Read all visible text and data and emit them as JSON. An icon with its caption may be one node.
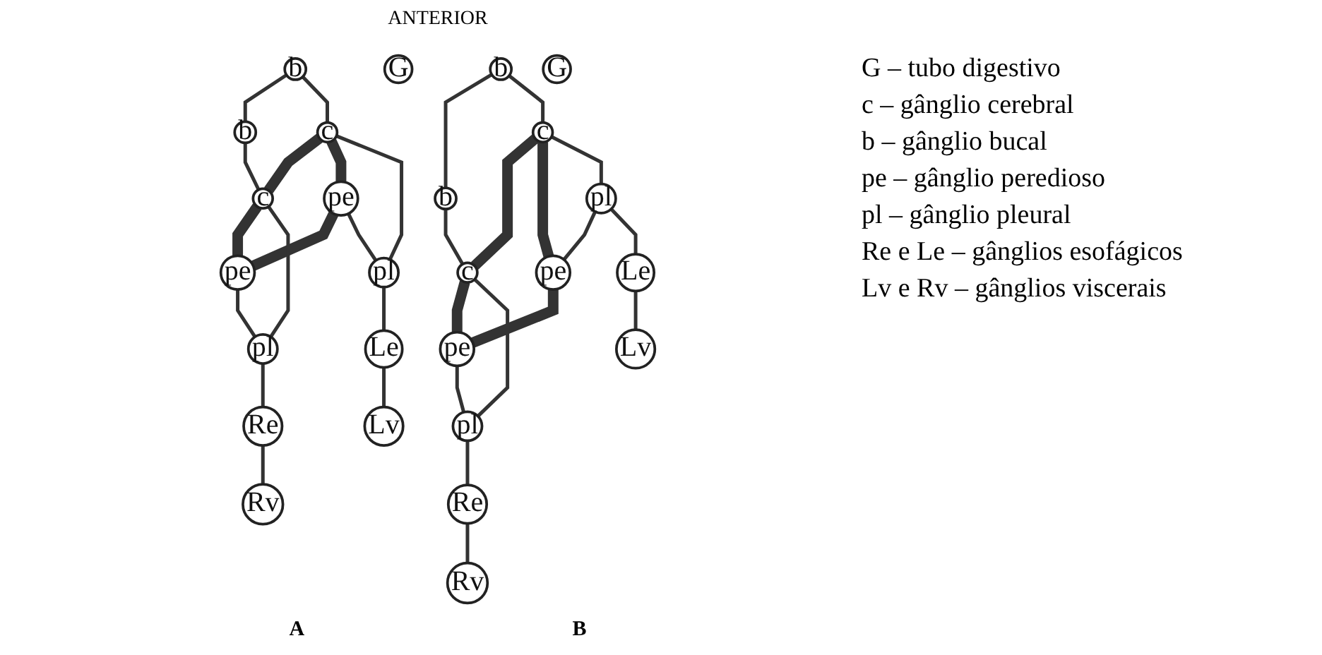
{
  "diagram": {
    "nodes": [
      {
        "text": [
          "b"
        ]
      },
      {
        "text": [
          "b"
        ]
      },
      {
        "text": [
          "c"
        ]
      },
      {
        "text": [
          "c"
        ]
      },
      {
        "text": [
          "G"
        ]
      },
      {
        "text": [
          "pe"
        ]
      },
      {
        "text": [
          "pe"
        ]
      },
      {
        "text": [
          "pl"
        ]
      },
      {
        "text": [
          "pl"
        ]
      },
      {
        "text": [
          "Le"
        ]
      },
      {
        "text": [
          "Re"
        ]
      },
      {
        "text": [
          "Lv"
        ]
      },
      {
        "text": [
          "Rv"
        ]
      },
      {
        "text": [
          "b"
        ]
      },
      {
        "text": [
          "b"
        ]
      },
      {
        "text": [
          "c"
        ]
      },
      {
        "text": [
          "c"
        ]
      },
      {
        "text": [
          "G"
        ]
      },
      {
        "text": [
          "pl"
        ]
      },
      {
        "text": [
          "pe"
        ]
      },
      {
        "text": [
          "pe"
        ]
      },
      {
        "text": [
          "pl"
        ]
      },
      {
        "text": [
          "Re"
        ]
      },
      {
        "text": [
          "Le"
        ]
      },
      {
        "text": [
          "Lv"
        ]
      },
      {
        "text": [
          "Rv"
        ]
      }
    ],
    "edges": [
      {
        "from": 0,
        "to": 1,
        "arrow": "none"
      },
      {
        "from": 0,
        "to": 2,
        "arrow": "none"
      },
      {
        "from": 1,
        "to": 3,
        "arrow": "none"
      },
      {
        "from": 2,
        "to": 3,
        "arrow": "none",
        "style": "thick"
      },
      {
        "from": 2,
        "to": 5,
        "arrow": "none",
        "style": "thick"
      },
      {
        "from": 3,
        "to": 6,
        "arrow": "none",
        "style": "thick"
      },
      {
        "from": 5,
        "to": 6,
        "arrow": "none",
        "style": "thick"
      },
      {
        "from": 2,
        "to": 7,
        "arrow": "none"
      },
      {
        "from": 3,
        "to": 8,
        "arrow": "none"
      },
      {
        "from": 5,
        "to": 7,
        "arrow": "none"
      },
      {
        "from": 6,
        "to": 8,
        "arrow": "none"
      },
      {
        "from": 7,
        "to": 9,
        "arrow": "none"
      },
      {
        "from": 8,
        "to": 10,
        "arrow": "none"
      },
      {
        "from": 9,
        "to": 11,
        "arrow": "none"
      },
      {
        "from": 10,
        "to": 12,
        "arrow": "none"
      },
      {
        "from": 13,
        "to": 14,
        "arrow": "none"
      },
      {
        "from": 13,
        "to": 15,
        "arrow": "none"
      },
      {
        "from": 14,
        "to": 16,
        "arrow": "none"
      },
      {
        "from": 15,
        "to": 16,
        "arrow": "none",
        "style": "thick"
      },
      {
        "from": 15,
        "to": 19,
        "arrow": "none",
        "style": "thick"
      },
      {
        "from": 16,
        "to": 20,
        "arrow": "none",
        "style": "thick"
      },
      {
        "from": 19,
        "to": 20,
        "arrow": "none",
        "style": "thick"
      },
      {
        "from": 15,
        "to": 18,
        "arrow": "none"
      },
      {
        "from": 16,
        "to": 21,
        "arrow": "none"
      },
      {
        "from": 18,
        "to": 19,
        "arrow": "none"
      },
      {
        "from": 20,
        "to": 21,
        "arrow": "none"
      },
      {
        "from": 18,
        "to": 23,
        "arrow": "none"
      },
      {
        "from": 21,
        "to": 22,
        "arrow": "none"
      },
      {
        "from": 23,
        "to": 24,
        "arrow": "none"
      },
      {
        "from": 22,
        "to": 25,
        "arrow": "none"
      }
    ],
    "labels": [
      "ANTERIOR",
      "G – tubo digestivo",
      "c – gânglio cerebral",
      "b – gânglio bucal",
      "pe – gânglio peredioso",
      "pl – gânglio pleural",
      "Re e Le – gânglios esofágicos",
      "Lv e Rv – gânglios viscerais",
      "A",
      "B"
    ]
  }
}
